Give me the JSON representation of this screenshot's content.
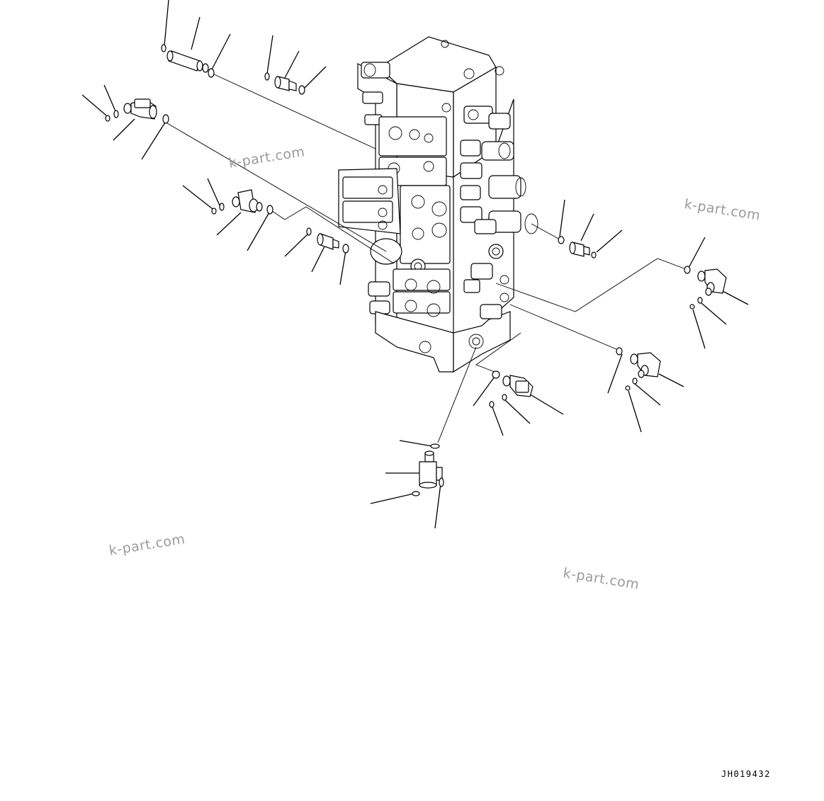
{
  "watermarks": [
    "k-part.com",
    "k-part.com",
    "k-part.com",
    "k-part.com"
  ],
  "drawing_code": "JH019432",
  "colors": {
    "line": "#000000",
    "background": "#ffffff",
    "watermark": "#9a9a9a"
  }
}
